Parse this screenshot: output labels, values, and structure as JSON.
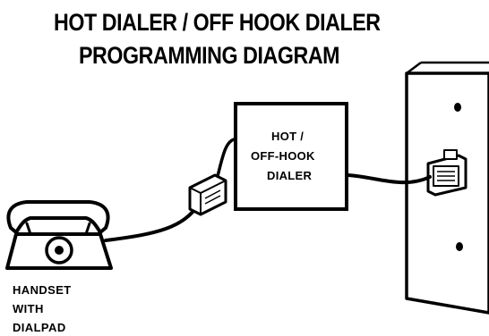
{
  "title": {
    "line1": "HOT DIALER / OFF HOOK DIALER",
    "line2": "PROGRAMMING DIAGRAM"
  },
  "dialer_box": {
    "line1": "HOT /",
    "line2": "OFF-HOOK",
    "line3": "DIALER"
  },
  "handset_label": {
    "line1": "HANDSET",
    "line2": "WITH",
    "line3": "DIALPAD"
  },
  "icons": {
    "phone": "telephone-icon",
    "connector": "rj11-coupler-icon",
    "wall_plate": "wall-jack-plate-icon"
  },
  "colors": {
    "ink": "#000000",
    "background": "#ffffff"
  }
}
